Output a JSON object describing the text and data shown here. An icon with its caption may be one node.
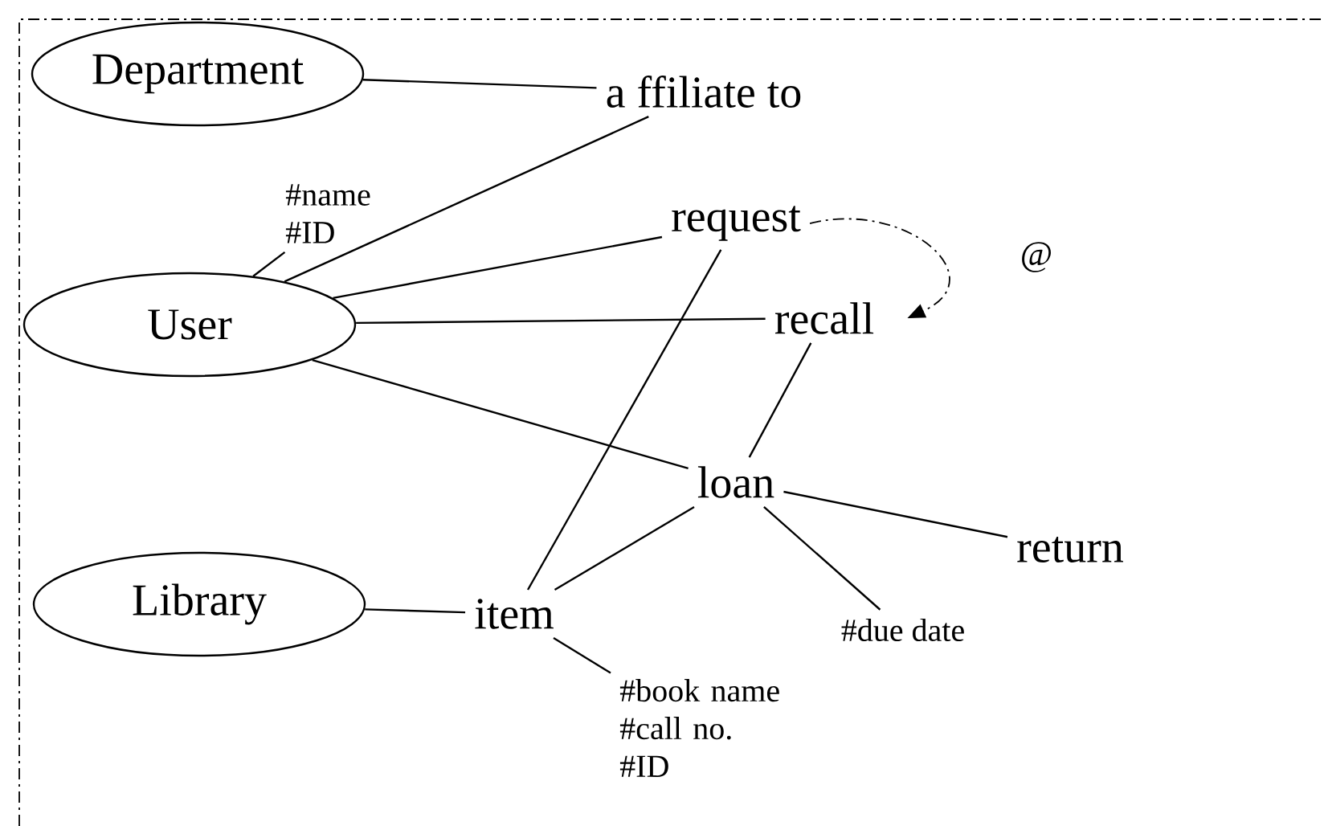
{
  "diagram": {
    "nodes": [
      {
        "text": [
          "Department"
        ]
      },
      {
        "text": [
          "User"
        ]
      },
      {
        "text": [
          "Library"
        ]
      },
      {
        "text": [
          "a ffiliate to"
        ]
      },
      {
        "text": [
          "#name #ID"
        ]
      },
      {
        "text": [
          "request"
        ]
      },
      {
        "text": [
          "recall"
        ]
      },
      {
        "text": [
          "loan"
        ]
      },
      {
        "text": [
          "return"
        ]
      },
      {
        "text": [
          "item"
        ]
      },
      {
        "text": [
          "#due date"
        ]
      },
      {
        "text": [
          "#book name #call no. #ID"
        ]
      }
    ],
    "edges": [
      {
        "from": 0,
        "to": 3,
        "arrow": "none"
      },
      {
        "from": 1,
        "to": 3,
        "arrow": "none"
      },
      {
        "from": 1,
        "to": 4,
        "arrow": "none"
      },
      {
        "from": 1,
        "to": 5,
        "arrow": "none"
      },
      {
        "from": 1,
        "to": 6,
        "arrow": "none"
      },
      {
        "from": 1,
        "to": 7,
        "arrow": "none"
      },
      {
        "from": 5,
        "to": 9,
        "arrow": "none"
      },
      {
        "from": 5,
        "to": 6,
        "arrow": "to",
        "style": "dashed",
        "label": "@"
      },
      {
        "from": 6,
        "to": 7,
        "arrow": "none"
      },
      {
        "from": 7,
        "to": 8,
        "arrow": "none"
      },
      {
        "from": 7,
        "to": 9,
        "arrow": "none"
      },
      {
        "from": 7,
        "to": 10,
        "arrow": "none"
      },
      {
        "from": 2,
        "to": 9,
        "arrow": "none"
      },
      {
        "from": 9,
        "to": 11,
        "arrow": "none"
      }
    ]
  }
}
